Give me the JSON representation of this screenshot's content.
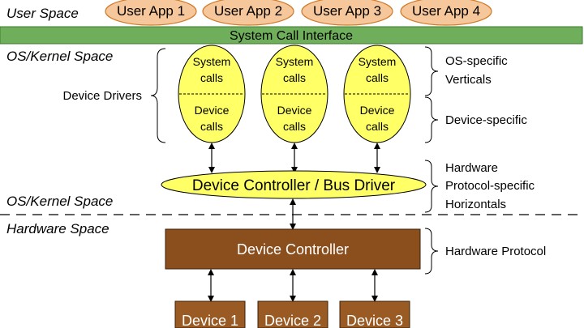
{
  "regions": {
    "user_space": "User Space",
    "os_kernel_top": "OS/Kernel Space",
    "os_kernel_bottom": "OS/Kernel Space",
    "hardware_space": "Hardware Space"
  },
  "user_apps": [
    "User App 1",
    "User App 2",
    "User App 3",
    "User App 4"
  ],
  "system_call_interface": "System Call Interface",
  "device_drivers_label": "Device Drivers",
  "drivers": [
    {
      "top": [
        "System",
        "calls"
      ],
      "bottom": [
        "Device",
        "calls"
      ]
    },
    {
      "top": [
        "System",
        "calls"
      ],
      "bottom": [
        "Device",
        "calls"
      ]
    },
    {
      "top": [
        "System",
        "calls"
      ],
      "bottom": [
        "Device",
        "calls"
      ]
    }
  ],
  "annotations": {
    "os_specific": [
      "OS-specific",
      "Verticals"
    ],
    "device_specific": "Device-specific",
    "hw_protocol_specific": [
      "Hardware",
      "Protocol-specific",
      "Horizontals"
    ],
    "hardware_protocol": "Hardware Protocol"
  },
  "bus_driver": "Device Controller / Bus Driver",
  "device_controller": "Device Controller",
  "devices": [
    "Device 1",
    "Device 2",
    "Device 3"
  ],
  "colors": {
    "app_fill": "#f5c79a",
    "app_stroke": "#d07a2a",
    "syscall_fill": "#6fae5a",
    "driver_fill": "#ffff66",
    "controller_fill": "#8b4f1e",
    "device_fill": "#9a5a24"
  }
}
